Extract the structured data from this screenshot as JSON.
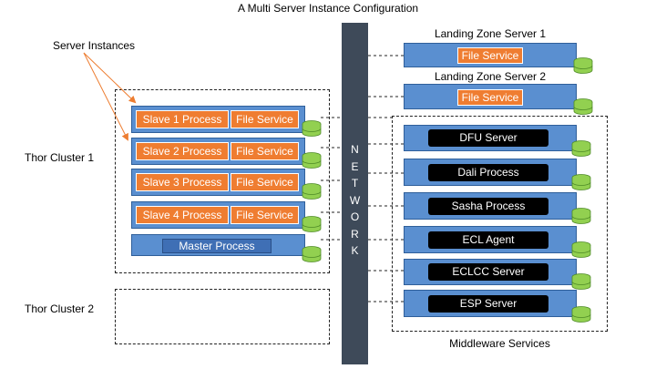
{
  "title": "A Multi Server Instance Configuration",
  "annotation": "Server Instances",
  "thor_cluster_1": {
    "label": "Thor Cluster 1",
    "slaves": [
      {
        "process": "Slave 1 Process",
        "file_service": "File Service"
      },
      {
        "process": "Slave 2 Process",
        "file_service": "File Service"
      },
      {
        "process": "Slave 3 Process",
        "file_service": "File Service"
      },
      {
        "process": "Slave 4 Process",
        "file_service": "File Service"
      }
    ],
    "master": "Master Process"
  },
  "thor_cluster_2": {
    "label": "Thor Cluster 2"
  },
  "network": {
    "letters": [
      "N",
      "E",
      "T",
      "W",
      "O",
      "R",
      "K"
    ]
  },
  "landing_zones": [
    {
      "label": "Landing Zone Server 1",
      "service": "File Service"
    },
    {
      "label": "Landing Zone Server 2",
      "service": "File Service"
    }
  ],
  "middleware": {
    "label": "Middleware Services",
    "servers": [
      "DFU Server",
      "Dali Process",
      "Sasha Process",
      "ECL Agent",
      "ECLCC Server",
      "ESP Server"
    ]
  },
  "colors": {
    "node_blue": "#5a8fd0",
    "service_orange": "#ef7d31",
    "network_gray": "#3e4a59",
    "storage_green": "#92d050"
  },
  "icons": {
    "storage": "database-cylinder-icon",
    "arrow": "arrow-icon"
  }
}
